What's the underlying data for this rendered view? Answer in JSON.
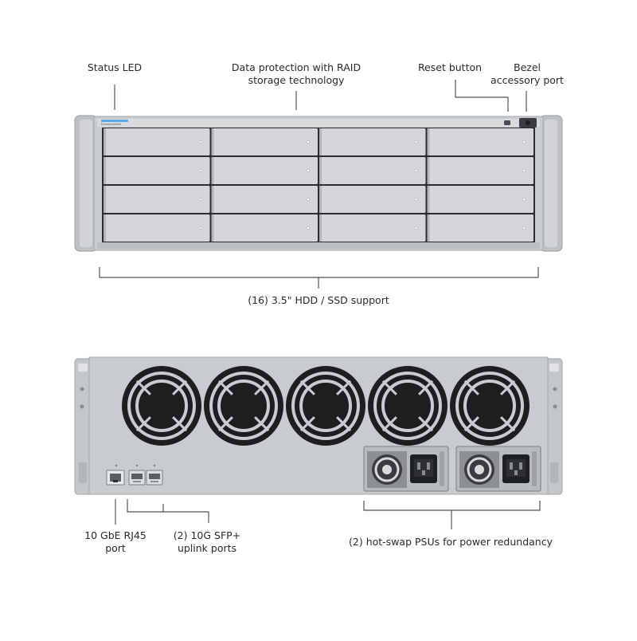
{
  "front": {
    "callouts": {
      "status_led": [
        "Status LED"
      ],
      "raid": [
        "Data protection with RAID",
        "storage technology"
      ],
      "reset": [
        "Reset button"
      ],
      "bezel": [
        "Bezel",
        "accessory port"
      ],
      "drives": [
        "(16) 3.5\" HDD / SSD support"
      ]
    },
    "drive_bays": {
      "rows": 4,
      "columns": 4
    }
  },
  "rear": {
    "fan_count": 5,
    "psu_count": 2,
    "sfp_port_count": 2,
    "callouts": {
      "rj45": [
        "10 GbE RJ45",
        "port"
      ],
      "sfp": [
        "(2) 10G SFP+",
        "uplink ports"
      ],
      "psu": [
        "(2) hot-swap PSUs for power redundancy"
      ]
    }
  },
  "colors": {
    "chassis": "#c9cccf",
    "bay": "#d4d6d9",
    "bay_gap": "#2b2d30",
    "rail": "#b4b7ba",
    "fan": "#1e1e20",
    "line": "#555555",
    "led": "#5aa9e6"
  }
}
